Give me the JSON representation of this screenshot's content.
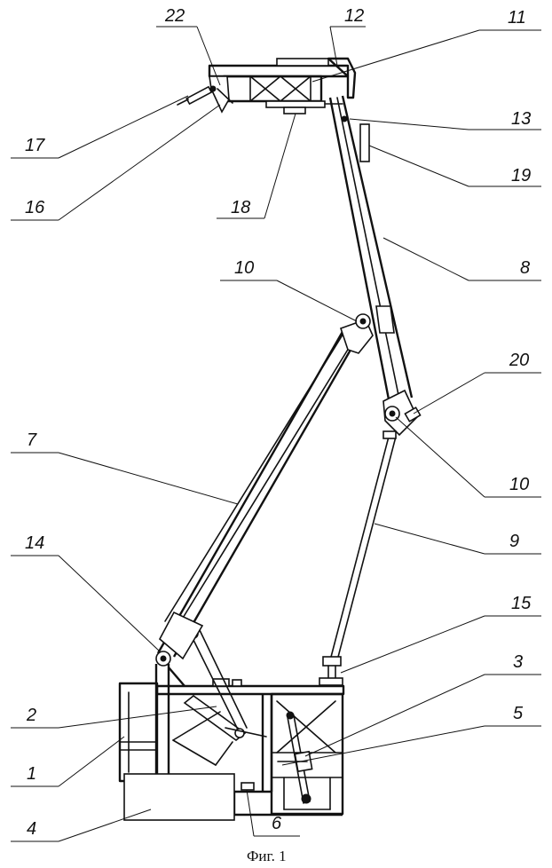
{
  "figure": {
    "caption": "Фиг. 1",
    "labels": {
      "l1": "1",
      "l2": "2",
      "l3": "3",
      "l4": "4",
      "l5": "5",
      "l6": "6",
      "l7": "7",
      "l8": "8",
      "l9": "9",
      "l10a": "10",
      "l10b": "10",
      "l11": "11",
      "l12": "12",
      "l13": "13",
      "l14": "14",
      "l15": "15",
      "l16": "16",
      "l17": "17",
      "l18": "18",
      "l19": "19",
      "l20": "20",
      "l22": "22"
    }
  }
}
